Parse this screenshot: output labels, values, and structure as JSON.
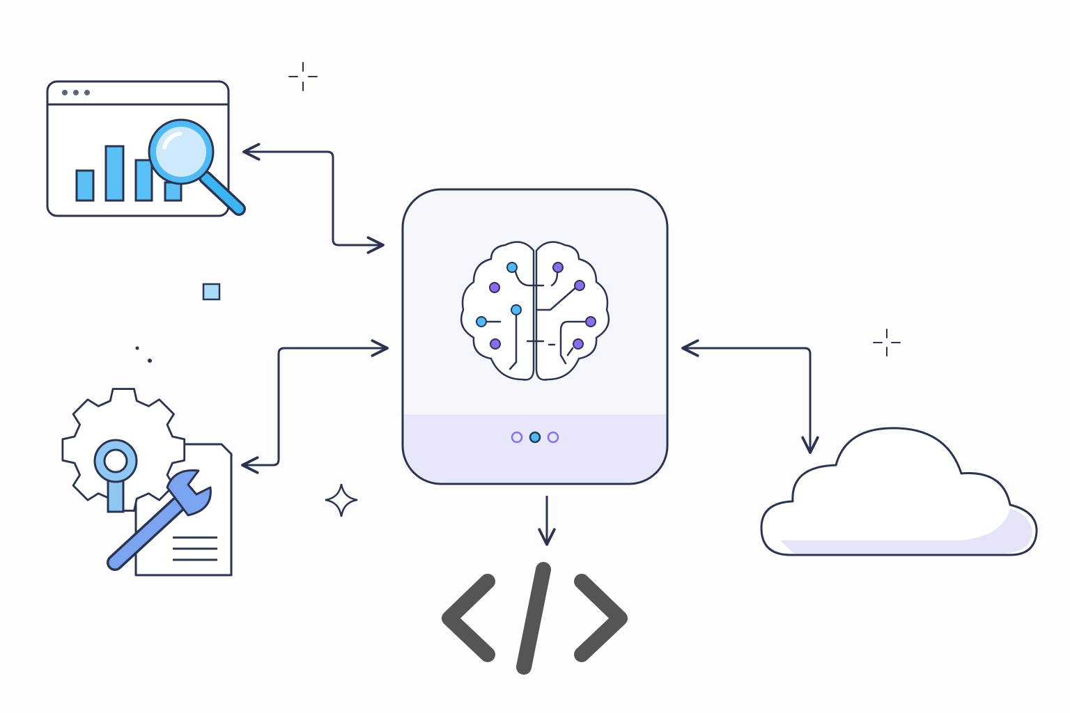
{
  "diagram": {
    "nodes": [
      {
        "id": "analytics",
        "icon": "browser-chart-magnifier-icon"
      },
      {
        "id": "ai-core",
        "icon": "brain-circuit-icon"
      },
      {
        "id": "tools",
        "icon": "gear-wrench-document-icon"
      },
      {
        "id": "cloud",
        "icon": "cloud-icon"
      },
      {
        "id": "code",
        "icon": "code-brackets-icon"
      }
    ],
    "edges": [
      {
        "from": "ai-core",
        "to": "analytics",
        "direction": "both"
      },
      {
        "from": "ai-core",
        "to": "tools",
        "direction": "both"
      },
      {
        "from": "cloud",
        "to": "ai-core",
        "direction": "both"
      },
      {
        "from": "ai-core",
        "to": "code",
        "direction": "forward"
      }
    ]
  },
  "colors": {
    "stroke": "#2a3350",
    "accent_blue": "#4fbaf3",
    "accent_light_blue": "#cde9fb",
    "accent_purple": "#8b6cf0",
    "panel_fill": "#f5f7fc",
    "panel_band": "#e6e7f8",
    "code_gray": "#555555"
  }
}
